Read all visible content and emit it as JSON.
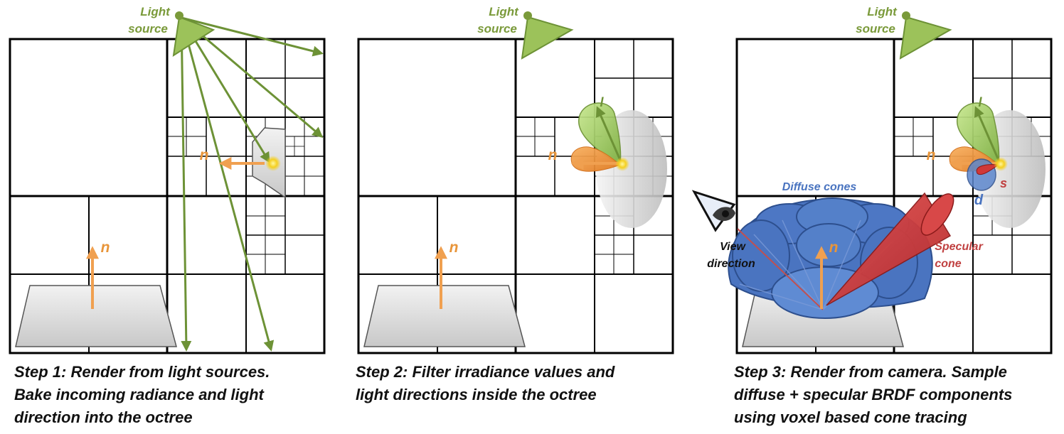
{
  "colors": {
    "grid": "#000000",
    "light": "#7a9a3a",
    "light_fill": "#9cc25a",
    "normal": "#f0a050",
    "normal_label": "#e8953a",
    "diffuse": "#4a74c0",
    "diffuse_label": "#4a74c0",
    "specular": "#d03838",
    "specular_label": "#c04040",
    "surface": "#d9d9d9",
    "text": "#111111"
  },
  "panels": [
    {
      "light_label_line1": "Light",
      "light_label_line2": "source",
      "normal_label_a": "n",
      "normal_label_b": "n",
      "caption_lines": [
        "Step 1: Render from light sources.",
        "Bake incoming radiance and light",
        "direction into the octree"
      ]
    },
    {
      "light_label_line1": "Light",
      "light_label_line2": "source",
      "normal_label_a": "n",
      "normal_label_b": "n",
      "lobe_label": "l",
      "caption_lines": [
        "Step 2: Filter irradiance values and",
        "light directions inside the octree"
      ]
    },
    {
      "light_label_line1": "Light",
      "light_label_line2": "source",
      "normal_label_a": "n",
      "normal_label_b": "n",
      "lobe_label": "l",
      "diffuse_lobe_label": "d",
      "specular_lobe_label": "s",
      "diffuse_cones_label": "Diffuse cones",
      "view_label_line1": "View",
      "view_label_line2": "direction",
      "specular_label_line1": "Specular",
      "specular_label_line2": "cone",
      "caption_lines": [
        "Step 3: Render from camera. Sample",
        "diffuse + specular BRDF components",
        "using voxel based cone tracing"
      ]
    }
  ]
}
